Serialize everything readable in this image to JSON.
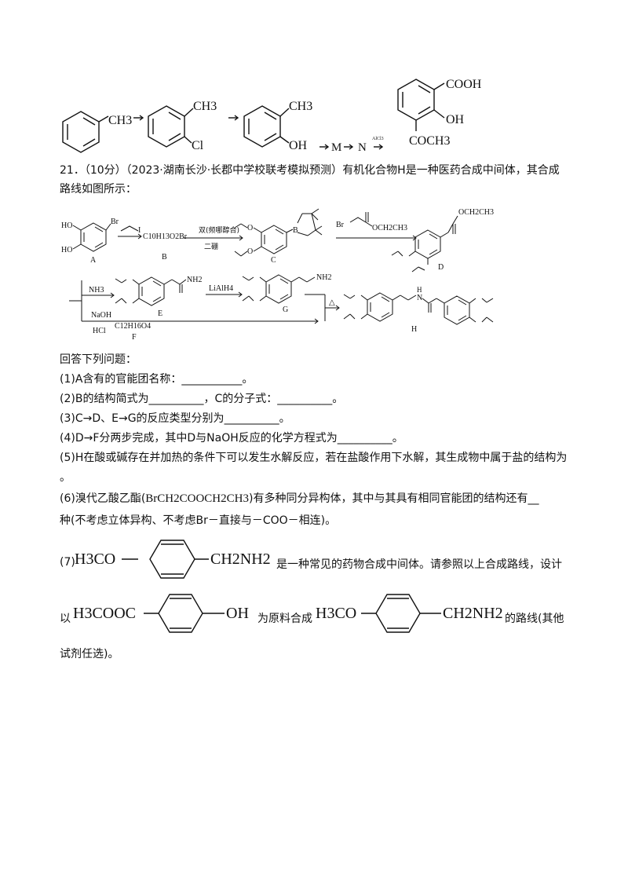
{
  "top_scheme": {
    "ch3": "CH3",
    "ch3_b": "CH3",
    "cl": "Cl",
    "ch3_c": "CH3",
    "oh": "OH",
    "m_label": "M",
    "n_label": "N",
    "alcl3": "AlCl3",
    "cooh": "COOH",
    "oh_d": "OH",
    "coch3": "COCH3"
  },
  "question21": {
    "number": "21．",
    "score": "（10分）",
    "source": "（2023·湖南长沙·长郡中学校联考模拟预测）",
    "stem_line1": "有机化合物H是一种医药合成中间体，其合成",
    "stem_line2": "路线如图所示："
  },
  "route": {
    "A": {
      "label": "A",
      "ho1": "HO",
      "ho2": "HO",
      "br": "Br"
    },
    "B": {
      "label": "B",
      "formula": "C10H13O2Br"
    },
    "reagent_AB": "I",
    "reagent_BC_top": "双(频哪醇合)",
    "reagent_BC_bottom": "二硼",
    "C": {
      "label": "C",
      "b": "B",
      "o1": "O",
      "o2": "O"
    },
    "reagent_CD": {
      "br": "Br",
      "ester": "OCH2CH3"
    },
    "D": {
      "label": "D",
      "ester": "OCH2CH3"
    },
    "E": {
      "label": "E",
      "nh2": "NH2"
    },
    "reagent_E": "NH3",
    "reagent_EG": "LiAlH4",
    "G": {
      "label": "G",
      "nh2": "NH2"
    },
    "reagent_F_top": "NaOH",
    "reagent_F_bottom": "HCl",
    "F": {
      "label": "F",
      "formula": "C12H16O4"
    },
    "heat": "△",
    "H": {
      "label": "H",
      "n": "N",
      "h": "H"
    }
  },
  "answer_intro": "回答下列问题：",
  "questions": [
    {
      "num": "(1)",
      "text": "A含有的官能团名称：",
      "blank": "___________",
      "end": "。"
    },
    {
      "num": "(2)",
      "text": "B的结构简式为",
      "blank": "__________",
      "mid": "，C的分子式：",
      "blank2": "__________",
      "end": "。"
    },
    {
      "num": "(3)",
      "text": "C→D、E→G的反应类型分别为",
      "blank": "__________",
      "end": "。"
    },
    {
      "num": "(4)",
      "text": "D→F分两步完成，其中D与NaOH反应的化学方程式为",
      "blank": "__________",
      "end": "。"
    },
    {
      "num": "(5)",
      "text": "H在酸或碱存在并加热的条件下可以发生水解反应，若在盐酸作用下水解，其生成物中属于盐的结构为",
      "end2": "。"
    }
  ],
  "q6": {
    "prefix": "(6)溴代乙酸乙酯(",
    "formula": "BrCH2COOCH2CH3",
    "suffix": ")有多种同分异构体，其中与其具有相同官能团的结构还有",
    "blank": "__",
    "line2": "种(不考虑立体异构、不考虑Br－直接与",
    "coo": "－COO－",
    "line2_end": "相连)。"
  },
  "q7": {
    "num": "(7)",
    "left1": "H3CO",
    "right1": "CH2NH2",
    "text1": "是一种常见的药物合成中间体。请参照以上合成路线，设计",
    "prefix2": "以",
    "left2": "H3COOC",
    "right2": "OH",
    "text2": "为原料合成",
    "left3": "H3CO",
    "right3": "CH2NH2",
    "text3": "的路线(其他",
    "line3": "试剂任选)。"
  },
  "colors": {
    "ink": "#111111",
    "background": "#ffffff"
  }
}
